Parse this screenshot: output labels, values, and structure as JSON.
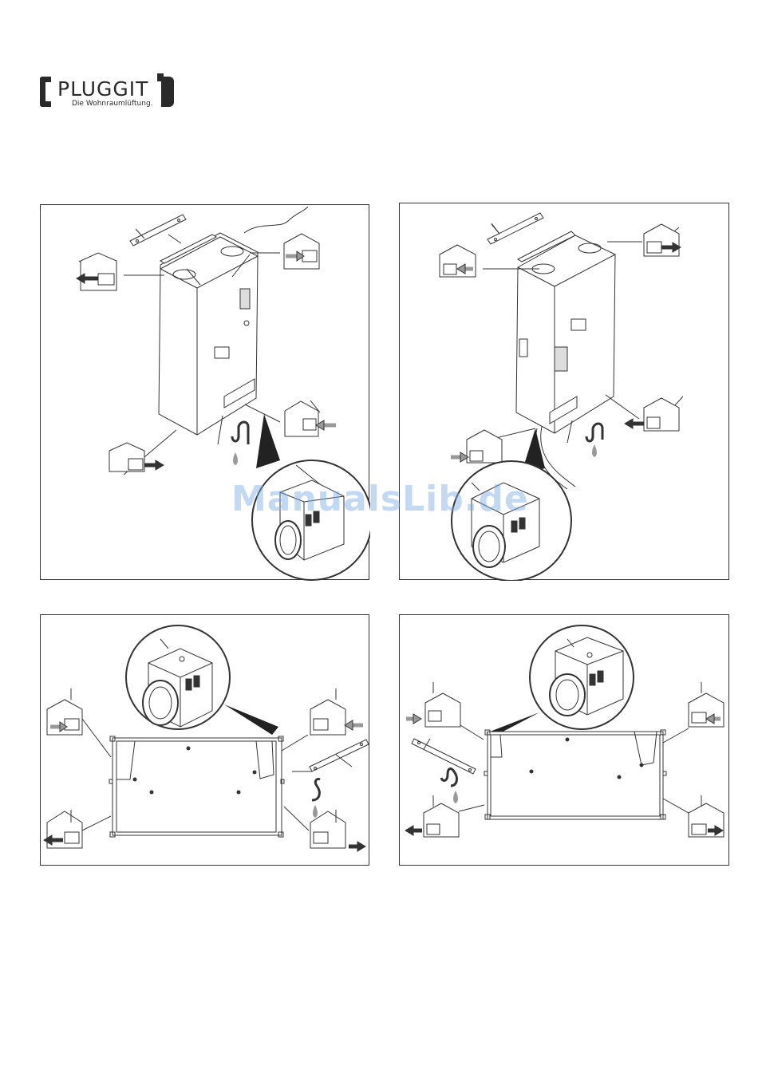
{
  "header": {
    "brand_name": "PLUGGIT",
    "brand_tagline": "Die Wohnraumlüftung."
  },
  "figures": [
    {
      "id": "fig-1",
      "view": "unit-upright-left"
    },
    {
      "id": "fig-2",
      "view": "unit-upright-right"
    },
    {
      "id": "fig-3",
      "view": "unit-flat-left"
    },
    {
      "id": "fig-4",
      "view": "unit-flat-right"
    }
  ],
  "icons": [
    "house-arrow-icon",
    "drain-siphon-icon",
    "heater-module-icon",
    "mounting-bracket-icon"
  ],
  "watermark": "ManualsLib.de",
  "colors": {
    "line": "#333333",
    "arrow_dark": "#444444",
    "arrow_light": "#9a9a9a",
    "watermark": "#78aae1"
  }
}
